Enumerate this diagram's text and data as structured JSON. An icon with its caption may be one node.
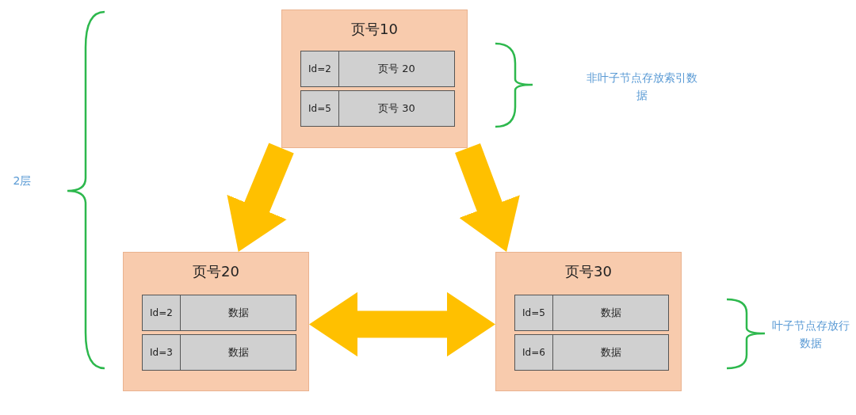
{
  "diagram": {
    "nodes": [
      {
        "text": [
          "页号10"
        ]
      },
      {
        "text": [
          "Id=2",
          "页号 20"
        ],
        "in": 0
      },
      {
        "text": [
          "Id=5",
          "页号 30"
        ],
        "in": 0
      },
      {
        "text": [
          "页号20"
        ]
      },
      {
        "text": [
          "Id=2",
          "数据"
        ],
        "in": 3
      },
      {
        "text": [
          "Id=3",
          "数据"
        ],
        "in": 3
      },
      {
        "text": [
          "页号30"
        ]
      },
      {
        "text": [
          "Id=5",
          "数据"
        ],
        "in": 6
      },
      {
        "text": [
          "Id=6",
          "数据"
        ],
        "in": 6
      }
    ],
    "edges": [
      {
        "from": 0,
        "to": 3,
        "arrow": "to"
      },
      {
        "from": 0,
        "to": 6,
        "arrow": "to"
      },
      {
        "from": 3,
        "to": 6,
        "arrow": "both"
      }
    ],
    "labels": [
      "非叶子节点存放索引数据",
      "2层",
      "叶子节点存放行数据"
    ]
  }
}
